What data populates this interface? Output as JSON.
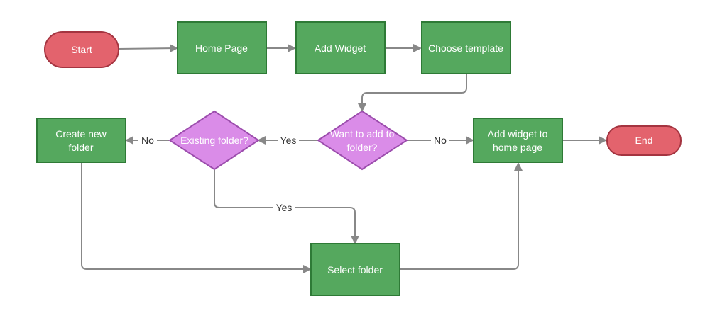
{
  "colors": {
    "terminal_fill": "#e3636d",
    "terminal_stroke": "#a43440",
    "process_fill": "#55a85e",
    "process_stroke": "#2e7a36",
    "decision_fill": "#da8ce8",
    "decision_stroke": "#9c4dad",
    "edge": "#888888",
    "label_text": "#ffffff",
    "edge_label_text": "#333333"
  },
  "nodes": {
    "start": "Start",
    "home_page": "Home Page",
    "add_widget": "Add Widget",
    "choose_template": "Choose template",
    "want_to_add_line1": "Want to add to",
    "want_to_add_line2": "folder?",
    "existing_folder": "Existing folder?",
    "create_folder_line1": "Create new",
    "create_folder_line2": "folder",
    "add_widget_home_line1": "Add widget to",
    "add_widget_home_line2": "home page",
    "end": "End",
    "select_folder": "Select folder"
  },
  "edge_labels": {
    "yes_left": "Yes",
    "no_right": "No",
    "no_left": "No",
    "yes_down": "Yes"
  }
}
